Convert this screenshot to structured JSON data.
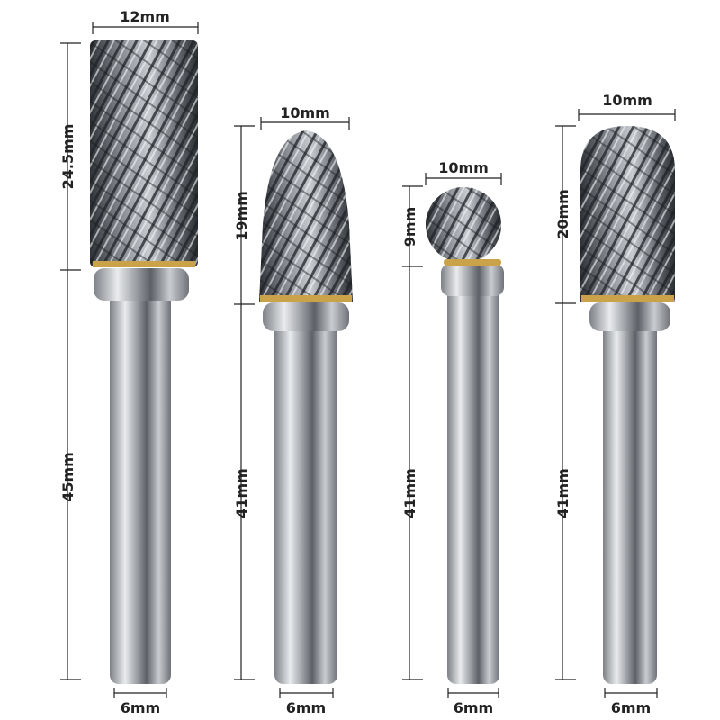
{
  "colors": {
    "gold": "#c9a24a",
    "steel_dark": "#3a3d42",
    "steel_light": "#e6e8ea",
    "dimension": "#222222"
  },
  "burrs": [
    {
      "name": "cylinder-burr",
      "head_width": "12mm",
      "head_length": "24.5mm",
      "shank_length": "45mm",
      "shank_diameter": "6mm"
    },
    {
      "name": "tree-burr",
      "head_width": "10mm",
      "head_length": "19mm",
      "shank_length": "41mm",
      "shank_diameter": "6mm"
    },
    {
      "name": "ball-burr",
      "head_width": "10mm",
      "head_length": "9mm",
      "shank_length": "41mm",
      "shank_diameter": "6mm"
    },
    {
      "name": "ball-nose-cylinder-burr",
      "head_width": "10mm",
      "head_length": "20mm",
      "shank_length": "41mm",
      "shank_diameter": "6mm"
    }
  ]
}
